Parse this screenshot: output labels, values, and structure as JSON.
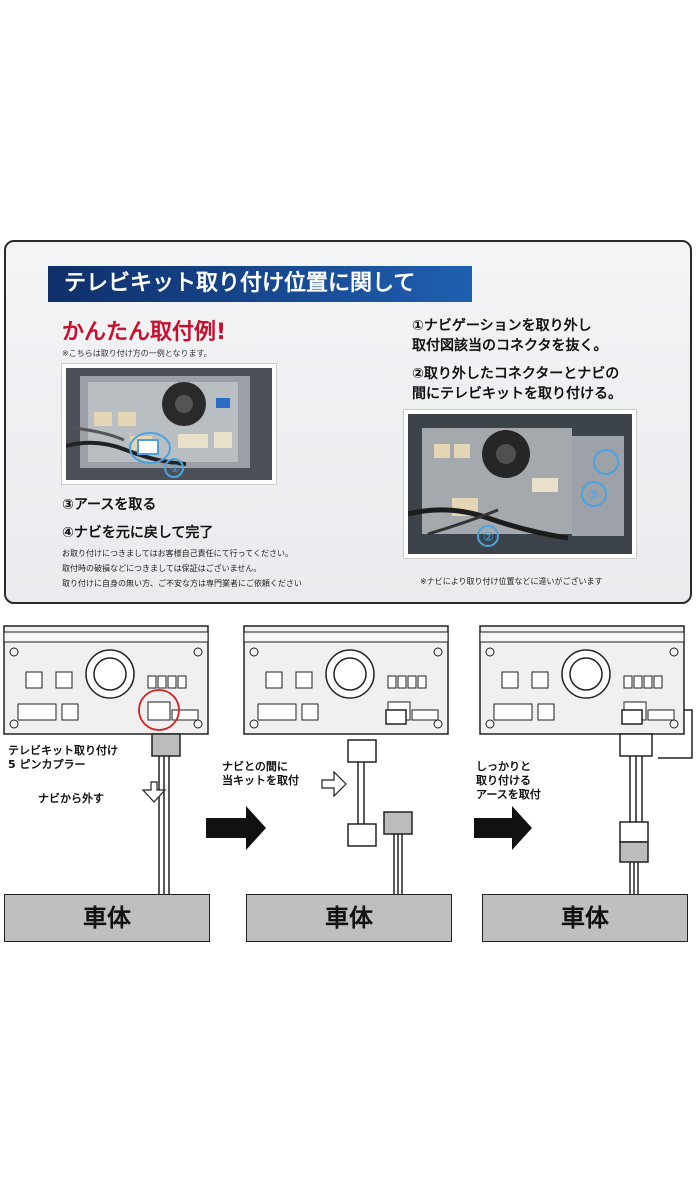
{
  "panel": {
    "banner": "テレビキット取り付け位置に関して",
    "easy_title": "かんたん取付例!",
    "note": "※こちらは取り付け方の一例となります。",
    "step1": [
      "①ナビゲーションを取り外し",
      "取付図該当のコネクタを抜く。"
    ],
    "step2": [
      "②取り外したコネクターとナビの",
      "間にテレビキットを取り付ける。"
    ],
    "step3": "③アースを取る",
    "step4": "④ナビを元に戻して完了",
    "disclaimer": [
      "お取り付けにつきましてはお客様自己責任にて行ってください。",
      "取付時の破損などにつきましては保証はございません。",
      "取り付けに自身の無い方、ご不安な方は専門業者にご依頼ください"
    ],
    "note2": "※ナビにより取り付け位置などに違いがございます",
    "photo1_marker": "①",
    "photo2_markers": [
      "②",
      "③"
    ]
  },
  "diagrams": [
    {
      "labels": [
        "テレビキット取り付け",
        "5 ピンカプラー"
      ],
      "action": "ナビから外す",
      "body": "車体"
    },
    {
      "labels": [
        "ナビとの間に",
        "当キットを取付"
      ],
      "body": "車体"
    },
    {
      "labels": [
        "しっかりと",
        "取り付ける",
        "アースを取付"
      ],
      "body": "車体"
    }
  ],
  "colors": {
    "banner": "#1f5fb0",
    "accent_red": "#c8102e",
    "highlight_circle": "#d32020",
    "marker_blue": "#4aa3e0"
  }
}
